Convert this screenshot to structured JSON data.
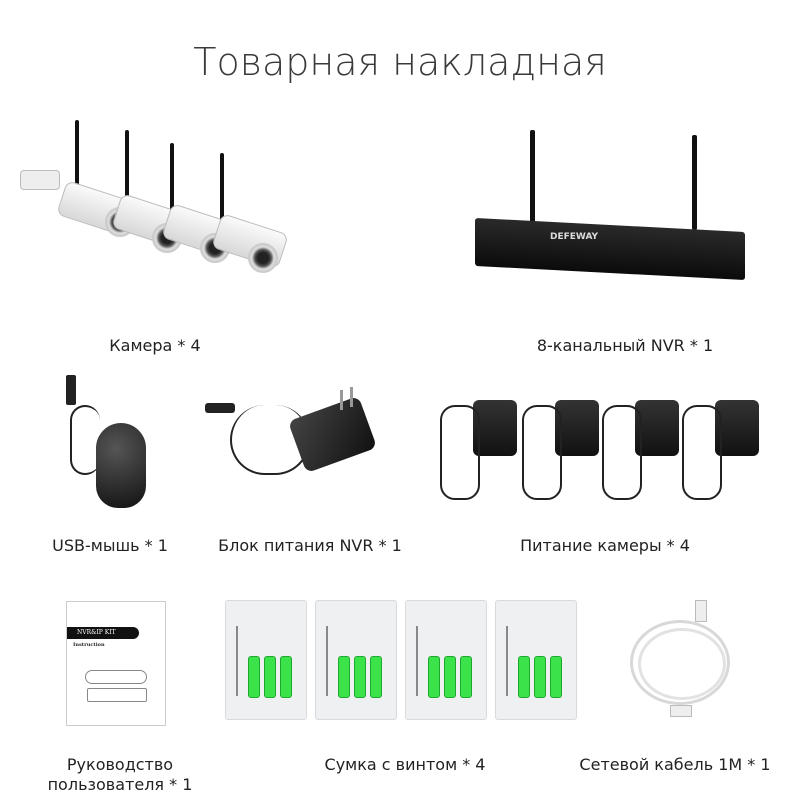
{
  "title": "Товарная накладная",
  "items": [
    {
      "label": "Камера * 4"
    },
    {
      "label": "8-канальный NVR * 1",
      "brand": "DEFEWAY"
    },
    {
      "label": "USB-мышь * 1"
    },
    {
      "label": "Блок питания NVR * 1"
    },
    {
      "label": "Питание камеры * 4"
    },
    {
      "label_line1": "Руководство",
      "label_line2": "пользователя * 1",
      "manual_title": "NVR&IP KIT",
      "manual_subtitle": "Instruction"
    },
    {
      "label": "Сумка с винтом * 4"
    },
    {
      "label": "Сетевой кабель 1M * 1"
    }
  ]
}
